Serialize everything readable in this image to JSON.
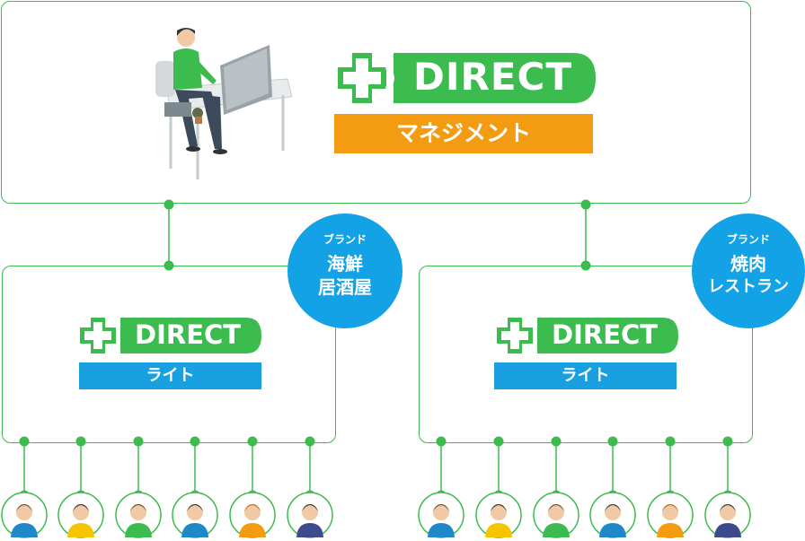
{
  "management": {
    "logo_text": "DIRECT",
    "subtitle": "マネジメント"
  },
  "stores": [
    {
      "logo_text": "DIRECT",
      "subtitle": "ライト",
      "brand_label": "ブランド",
      "brand_line1": "海鮮",
      "brand_line2": "居酒屋"
    },
    {
      "logo_text": "DIRECT",
      "subtitle": "ライト",
      "brand_label": "ブランド",
      "brand_line1": "焼肉",
      "brand_line2": "レストラン"
    }
  ],
  "colors": {
    "green": "#3cbc4e",
    "orange": "#f39c12",
    "blue": "#19a0e0",
    "brand_circle": "#13a2e5"
  }
}
